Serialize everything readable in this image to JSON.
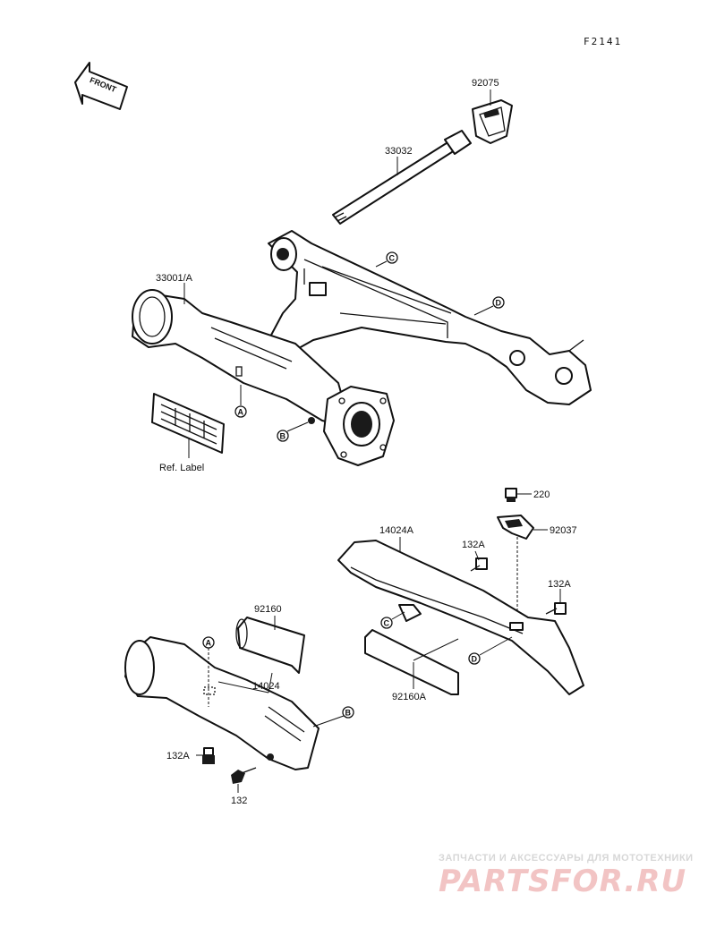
{
  "figure_code": "F2141",
  "front_arrow_label": "FRONT",
  "parts": {
    "p92075": "92075",
    "p33032": "33032",
    "p33001a": "33001/A",
    "ref_label": "Ref. Label",
    "p220": "220",
    "p92037": "92037",
    "p14024a": "14024A",
    "p132a_upper": "132A",
    "p132a_right": "132A",
    "p92160": "92160",
    "p14024": "14024",
    "p92160a": "92160A",
    "p132a_lower": "132A",
    "p132": "132"
  },
  "markers": {
    "a1": "A",
    "b1": "B",
    "c1": "C",
    "d1": "D",
    "a2": "A",
    "b2": "B",
    "c2": "C",
    "d2": "D"
  },
  "watermark": {
    "tagline": "ЗАПЧАСТИ И АКСЕССУАРЫ ДЛЯ МОТОТЕХНИКИ",
    "logo": "PARTSFOR.RU"
  }
}
